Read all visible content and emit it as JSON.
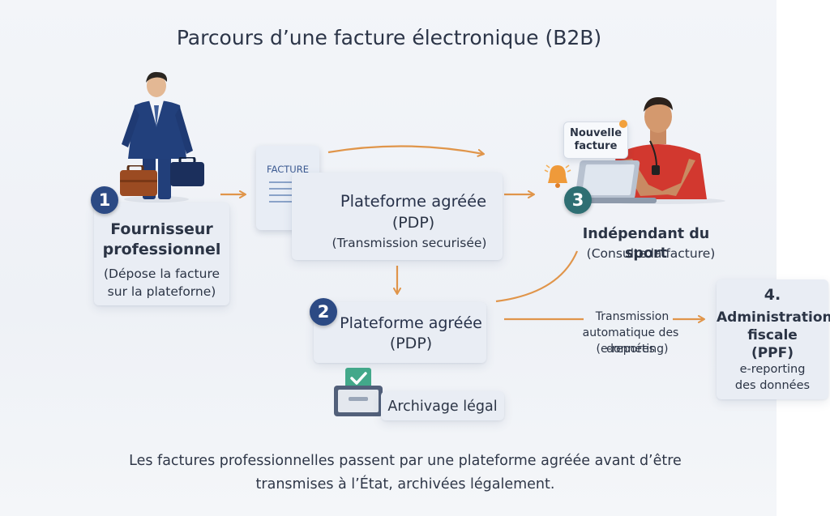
{
  "title": "Parcours d’une facture électronique (B2B)",
  "steps": {
    "supplier": {
      "number": "1",
      "name_line1": "Fournisseur",
      "name_line2": "professionnel",
      "desc_line1": "(Dépose la facture",
      "desc_line2": "sur la plateforne)"
    },
    "document": {
      "label": "FACTURE"
    },
    "pdp1": {
      "line1": "Plateforme agréée",
      "line2": "(PDP)",
      "line3": "(Transmission securisée)"
    },
    "freelancer": {
      "number": "3",
      "notification_line1": "Nouvelle",
      "notification_line2": "facture",
      "name": "Indépendant du sport",
      "desc": "(Consulte la facture)"
    },
    "pdp2": {
      "number": "2",
      "line1": "Plateforme agréée",
      "line2": "(PDP)"
    },
    "transmission": {
      "line1": "Transmission",
      "line2": "automatique des données",
      "line3": "(e-reporting)"
    },
    "administration": {
      "number": "4.",
      "line1": "Administration",
      "line2": "fiscale",
      "line3": "(PPF)",
      "line4": "e-reporting",
      "line5": "des données"
    },
    "archive": {
      "label": "Archivage légal"
    }
  },
  "footer": {
    "line1": "Les factures professionnelles passent par une plateforme agréée avant d’être",
    "line2": "transmises à l’État, archivées légalement."
  },
  "colors": {
    "arrow": "#e0954a",
    "badge_blue": "#2c4a84",
    "badge_teal": "#2f6f73",
    "card": "#e9edf4",
    "suit": "#22407c",
    "shirt_red": "#d2382f"
  }
}
